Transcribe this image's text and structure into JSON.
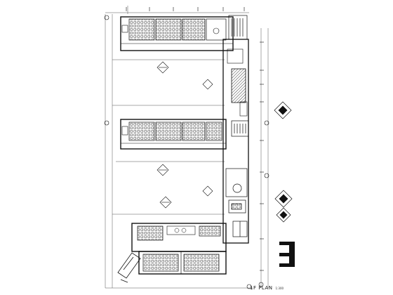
{
  "drawing": {
    "type": "architectural floor plan",
    "title": "1F PLAN",
    "scale_note": "1:300",
    "line_color": "#111111",
    "fill_color": "#1a1a1a",
    "background": "#ffffff"
  }
}
